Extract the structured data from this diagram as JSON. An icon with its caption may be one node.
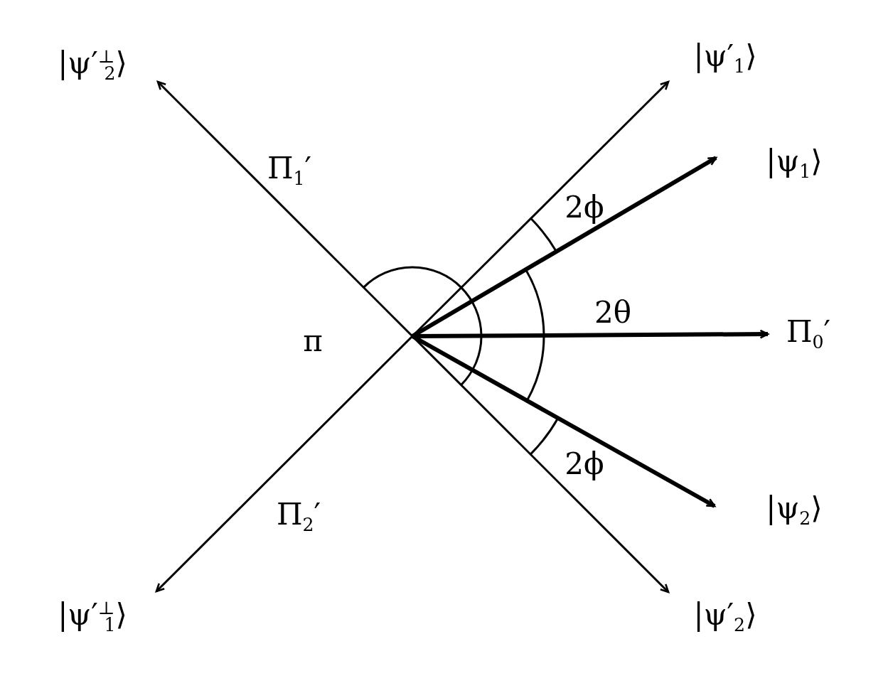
{
  "diagram": {
    "nodes": [
      {
        "text": [
          "|ψ′$^{⊥}$$_{2}$⟩"
        ]
      },
      {
        "text": [
          "|ψ′$_{1}$⟩"
        ]
      },
      {
        "text": [
          "|ψ$_{1}$⟩"
        ]
      },
      {
        "text": [
          "Π$_{0}$′"
        ]
      },
      {
        "text": [
          "|ψ$_{2}$⟩"
        ]
      },
      {
        "text": [
          "|ψ′$_{2}$⟩"
        ]
      },
      {
        "text": [
          "|ψ′$^{⊥}$$_{1}$⟩"
        ]
      }
    ],
    "edges": [
      {
        "from": null,
        "to": 0,
        "arrow": "to"
      },
      {
        "from": null,
        "to": 1,
        "arrow": "to"
      },
      {
        "from": null,
        "to": 2,
        "arrow": "to",
        "style": "thick"
      },
      {
        "from": null,
        "to": 3,
        "arrow": "to",
        "style": "thick"
      },
      {
        "from": null,
        "to": 4,
        "arrow": "to",
        "style": "thick"
      },
      {
        "from": null,
        "to": 5,
        "arrow": "to"
      },
      {
        "from": null,
        "to": 6,
        "arrow": "to"
      }
    ],
    "labels": [
      "Π$_{1}$′",
      "2ϕ",
      "2θ",
      "π",
      "2ϕ",
      "Π$_{2}$′"
    ]
  }
}
